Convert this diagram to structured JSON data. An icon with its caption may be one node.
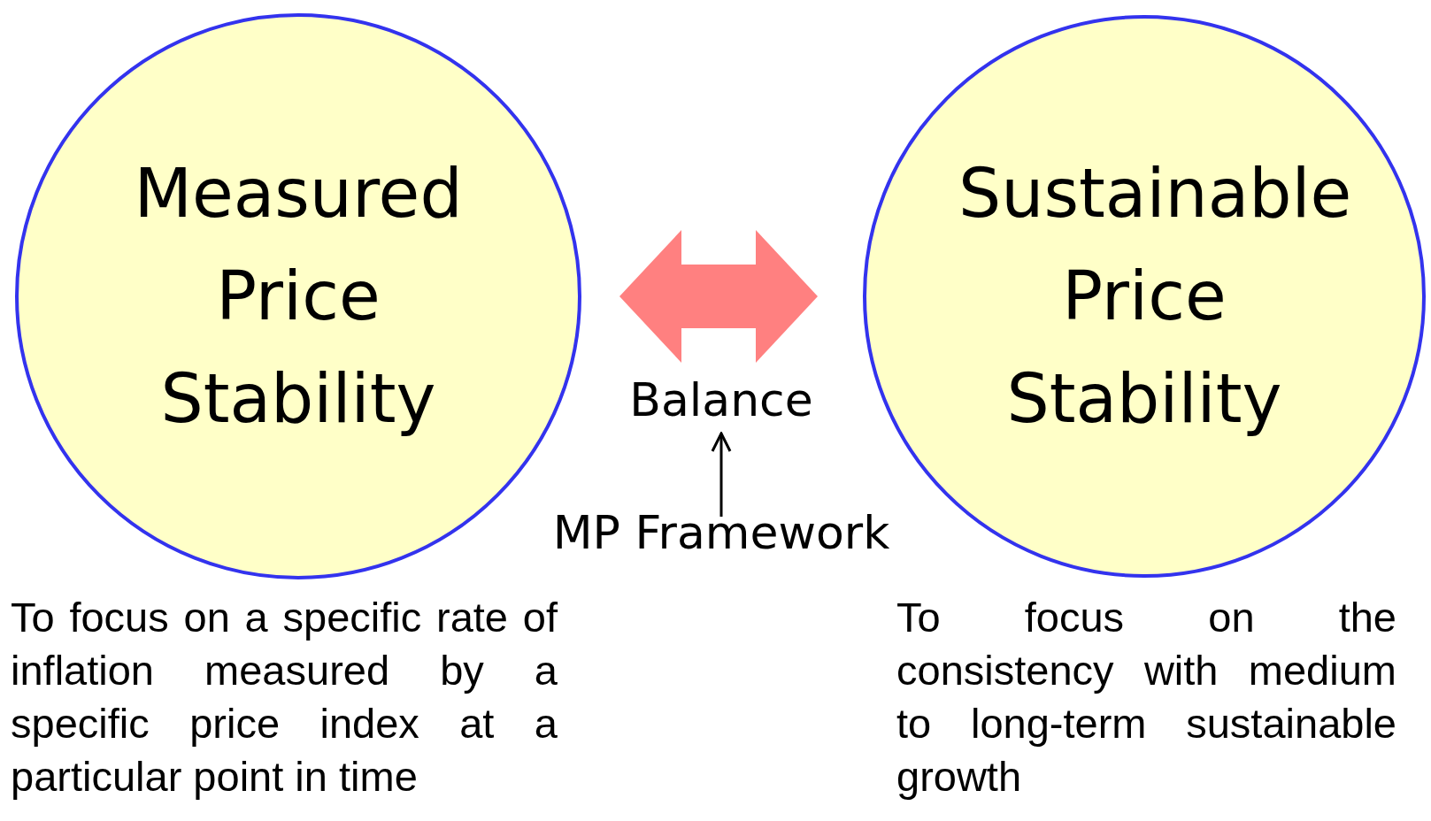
{
  "diagram": {
    "nodes": [
      {
        "text": [
          "Measured Price Stability"
        ],
        "beside": [
          "To focus on a specific rate of inflation measured by a specific price index at a particular point in time"
        ]
      },
      {
        "text": [
          "Sustainable Price Stability"
        ],
        "beside": [
          "To focus on the consistency with medium to long-term sustainable growth"
        ]
      },
      {
        "text": [
          "Balance"
        ]
      },
      {
        "text": [
          "MP Framework"
        ]
      }
    ],
    "edges": [
      {
        "from": 0,
        "to": 1,
        "arrow": "both",
        "style": "thick",
        "color": "#ff8080"
      },
      {
        "from": 3,
        "to": 2,
        "arrow": "to",
        "color": "#000000"
      }
    ]
  }
}
